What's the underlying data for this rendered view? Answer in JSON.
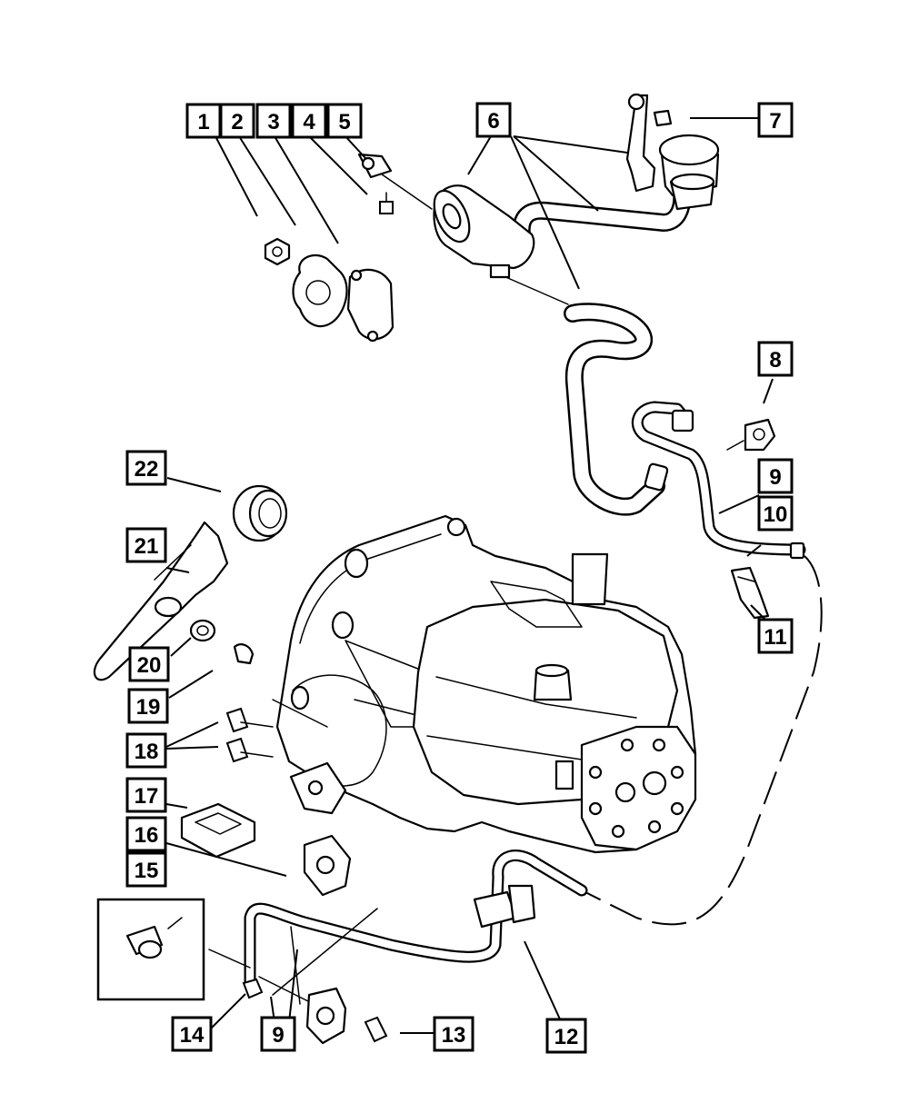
{
  "callouts": {
    "c1": "1",
    "c2": "2",
    "c3": "3",
    "c4": "4",
    "c5": "5",
    "c6": "6",
    "c7": "7",
    "c8": "8",
    "c9a": "9",
    "c9b": "9",
    "c10": "10",
    "c11": "11",
    "c12": "12",
    "c13": "13",
    "c14": "14",
    "c15": "15",
    "c16": "16",
    "c17": "17",
    "c18": "18",
    "c19": "19",
    "c20": "20",
    "c21": "21",
    "c22": "22"
  },
  "colors": {
    "line": "#000000",
    "background": "#ffffff"
  }
}
